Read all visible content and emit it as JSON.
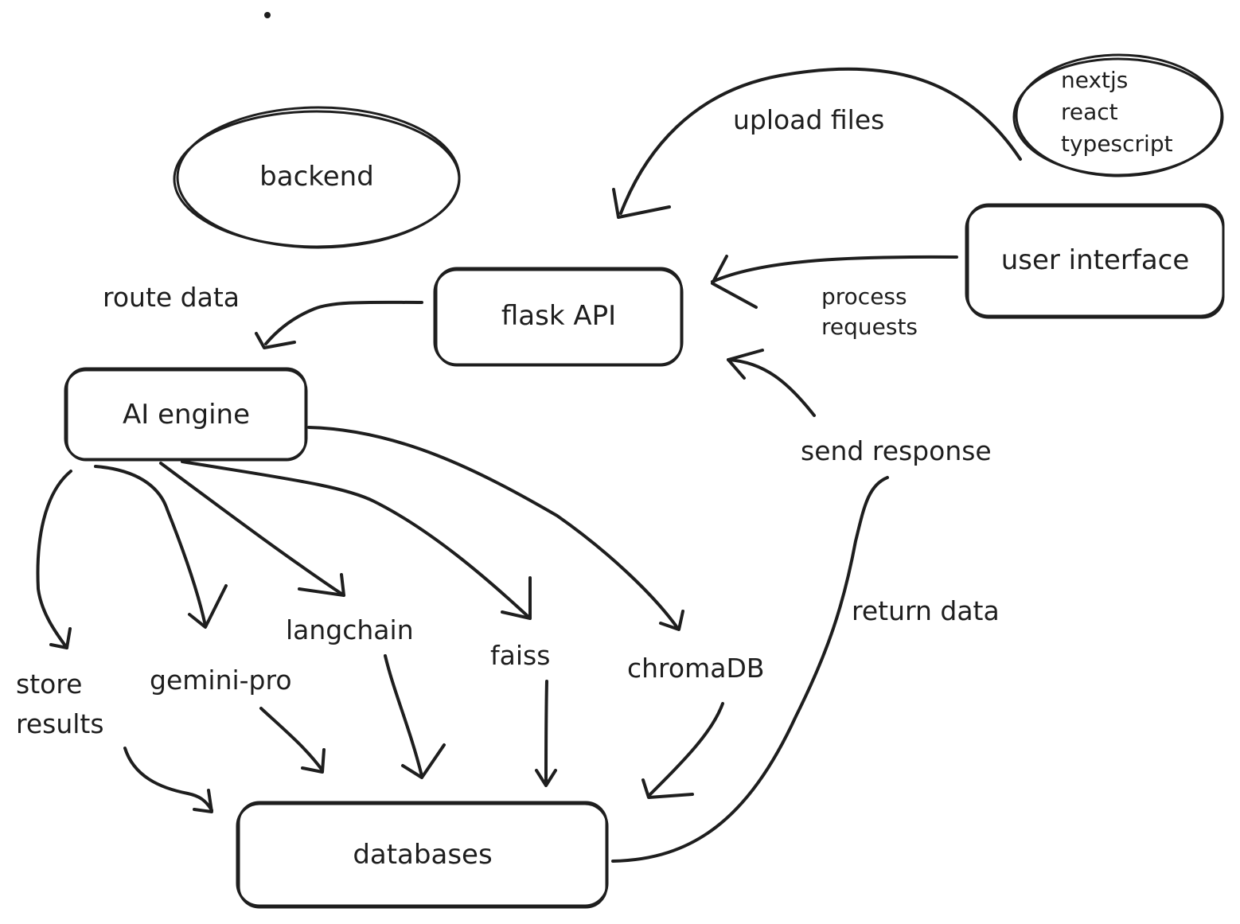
{
  "diagram": {
    "nodes": {
      "backend": "backend",
      "tech_stack": [
        "nextjs",
        "react",
        "typescript"
      ],
      "flask_api": "flask API",
      "user_interface": "user interface",
      "ai_engine": "AI engine",
      "databases": "databases"
    },
    "components": {
      "langchain": "langchain",
      "gemini_pro": "gemini-pro",
      "faiss": "faiss",
      "chromadb": "chromaDB"
    },
    "edge_labels": {
      "upload_files": "upload files",
      "route_data": "route data",
      "process_requests": [
        "process",
        "requests"
      ],
      "send_response": "send response",
      "return_data": "return data",
      "store_results": [
        "store",
        "results"
      ]
    }
  }
}
